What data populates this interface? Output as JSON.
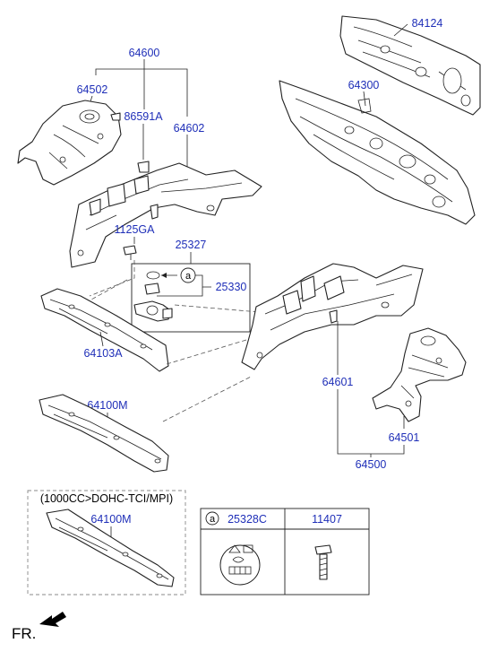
{
  "labels": {
    "p84124": "84124",
    "p64600": "64600",
    "p64502": "64502",
    "p86591A": "86591A",
    "p64602": "64602",
    "p64300": "64300",
    "p1125GA": "1125GA",
    "p25327": "25327",
    "callout_a": "a",
    "p25330": "25330",
    "p64103A": "64103A",
    "p64601": "64601",
    "p64100M": "64100M",
    "p64501": "64501",
    "p64500": "64500",
    "variant_note": "(1000CC>DOHC-TCI/MPI)",
    "p64100M_alt": "64100M"
  },
  "table": {
    "circle": "a",
    "col1": "25328C",
    "col2": "11407"
  },
  "footer": {
    "fr_label": "FR."
  }
}
